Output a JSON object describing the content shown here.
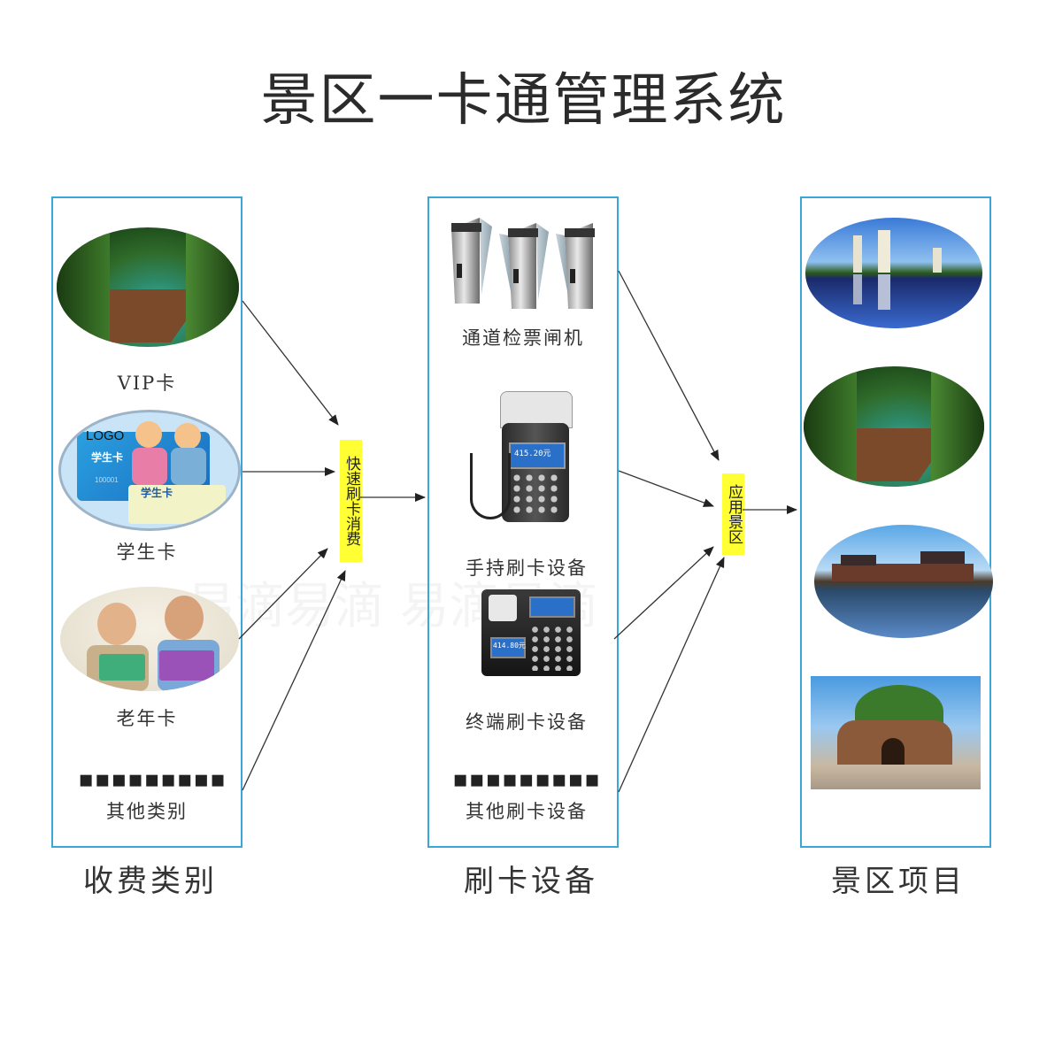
{
  "title": "景区一卡通管理系统",
  "left": {
    "label": "收费类别",
    "items": [
      {
        "label": "VIP卡"
      },
      {
        "label": "学生卡",
        "card_logo": "LOGO",
        "card_text": "学生卡",
        "card_number": "100001",
        "card_text2": "学生卡"
      },
      {
        "label": "老年卡"
      },
      {
        "label": "其他类别",
        "dots": "▪▪▪▪▪▪▪▪▪"
      }
    ]
  },
  "connector1": "快速刷卡消费",
  "middle": {
    "label": "刷卡设备",
    "items": [
      {
        "label": "通道检票闸机"
      },
      {
        "label": "手持刷卡设备",
        "screen_text": "415.20元"
      },
      {
        "label": "终端刷卡设备",
        "screen_text": "414.80元"
      },
      {
        "label": "其他刷卡设备",
        "dots": "▪▪▪▪▪▪▪▪▪"
      }
    ]
  },
  "connector2": "应用景区",
  "right": {
    "label": "景区项目"
  },
  "watermark": "易滴易滴 易滴易滴"
}
